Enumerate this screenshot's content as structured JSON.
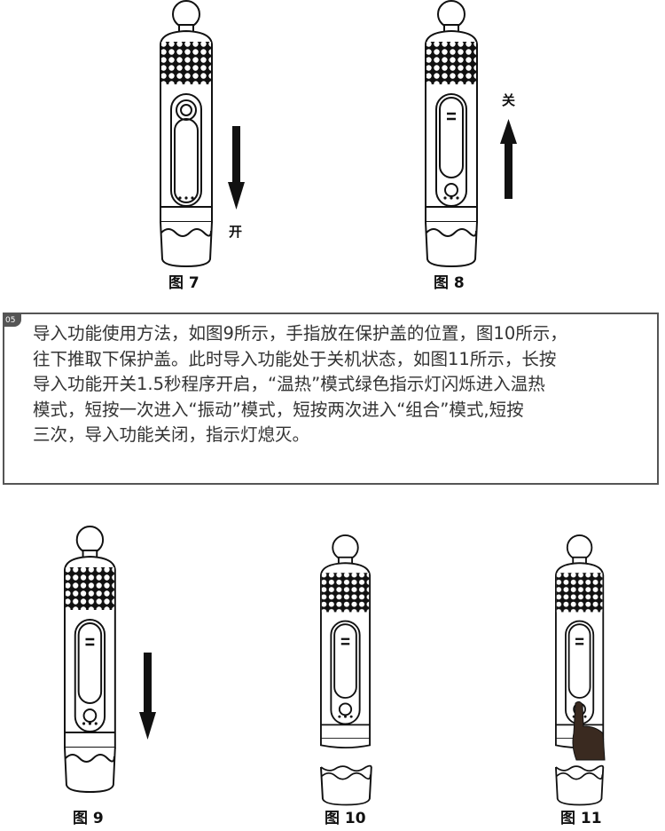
{
  "figures": {
    "fig7": {
      "caption": "图 7",
      "arrow_label": "开"
    },
    "fig8": {
      "caption": "图 8",
      "arrow_label": "关"
    },
    "fig9": {
      "caption": "图 9"
    },
    "fig10": {
      "caption": "图 10"
    },
    "fig11": {
      "caption": "图 11"
    }
  },
  "instructions": {
    "badge": "05",
    "lines": [
      "导入功能使用方法，如图9所示，手指放在保护盖的位置，图10所示，",
      "往下推取下保护盖。此时导入功能处于关机状态，如图11所示，长按",
      "导入功能开关1.5秒程序开启，“温热”模式绿色指示灯闪烁进入温热",
      "模式，短按一次进入“振动”模式，短按两次进入“组合”模式,短按",
      "三次，导入功能关闭，指示灯熄灭。"
    ]
  }
}
